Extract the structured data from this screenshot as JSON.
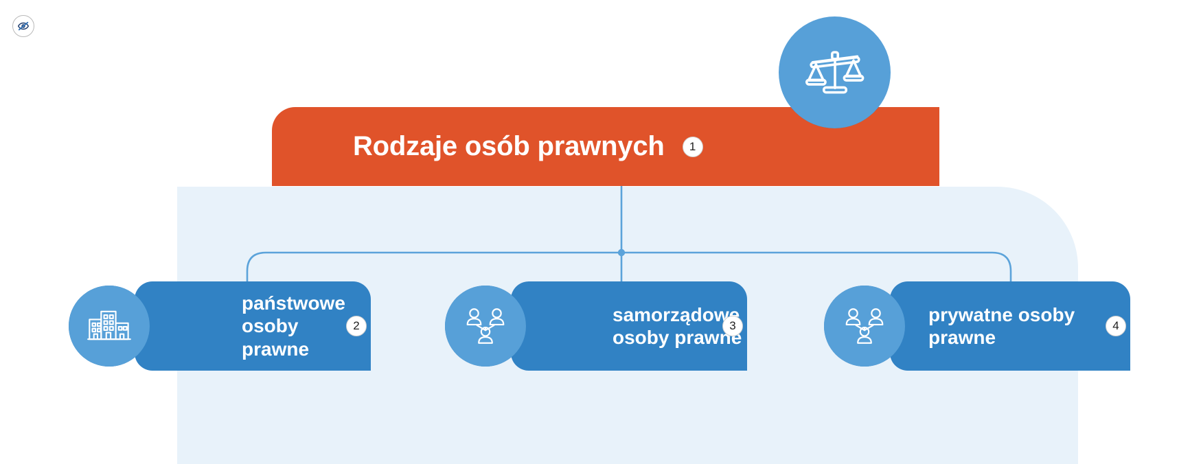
{
  "diagram": {
    "title": "Rodzaje osób prawnych",
    "title_badge": "1",
    "header_icon": "scales-of-justice-icon",
    "hide_toggle_icon": "eye-off-icon",
    "colors": {
      "header_bar": "#e0532a",
      "panel_background": "#e8f2fa",
      "node_box": "#3182c4",
      "node_circle": "#57a0d8",
      "connector_line": "#5ba3da",
      "badge_background": "#ffffff",
      "label_text": "#ffffff"
    },
    "nodes": [
      {
        "label": "państwowe\nosoby prawne",
        "label_line1": "państwowe",
        "label_line2": "osoby prawne",
        "badge": "2",
        "icon": "office-buildings-icon"
      },
      {
        "label": "samorządowe\nosoby prawne",
        "label_line1": "samorządowe",
        "label_line2": "osoby prawne",
        "badge": "3",
        "icon": "people-group-icon"
      },
      {
        "label": "prywatne osoby\nprawne",
        "label_line1": "prywatne osoby",
        "label_line2": "prawne",
        "badge": "4",
        "icon": "people-group-icon"
      }
    ]
  }
}
